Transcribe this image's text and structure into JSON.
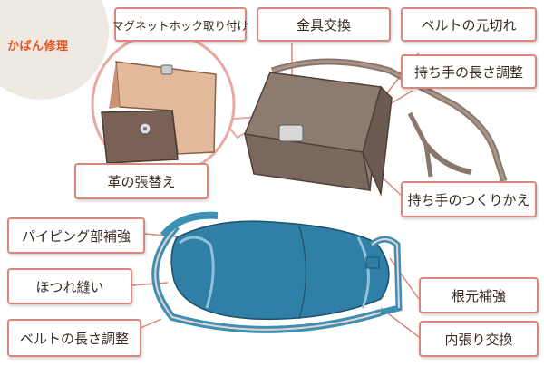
{
  "title": "かばん修理",
  "labels": {
    "magnet_hook": "マグネットホック取り付け",
    "metal_parts": "金具交換",
    "belt_root_break": "ベルトの元切れ",
    "handle_length": "持ち手の長さ調整",
    "leather_replace": "革の張替え",
    "handle_remake": "持ち手のつくりかえ",
    "piping": "パイピング部補強",
    "seam_repair": "ほつれ縫い",
    "root_reinforce": "根元補強",
    "belt_length": "ベルトの長さ調整",
    "lining_replace": "内張り交換"
  },
  "colors": {
    "accent": "#e0551f",
    "label_border": "#d9867c",
    "bag_brown": "#8a776c",
    "bag_blue": "#3d8fb4"
  }
}
